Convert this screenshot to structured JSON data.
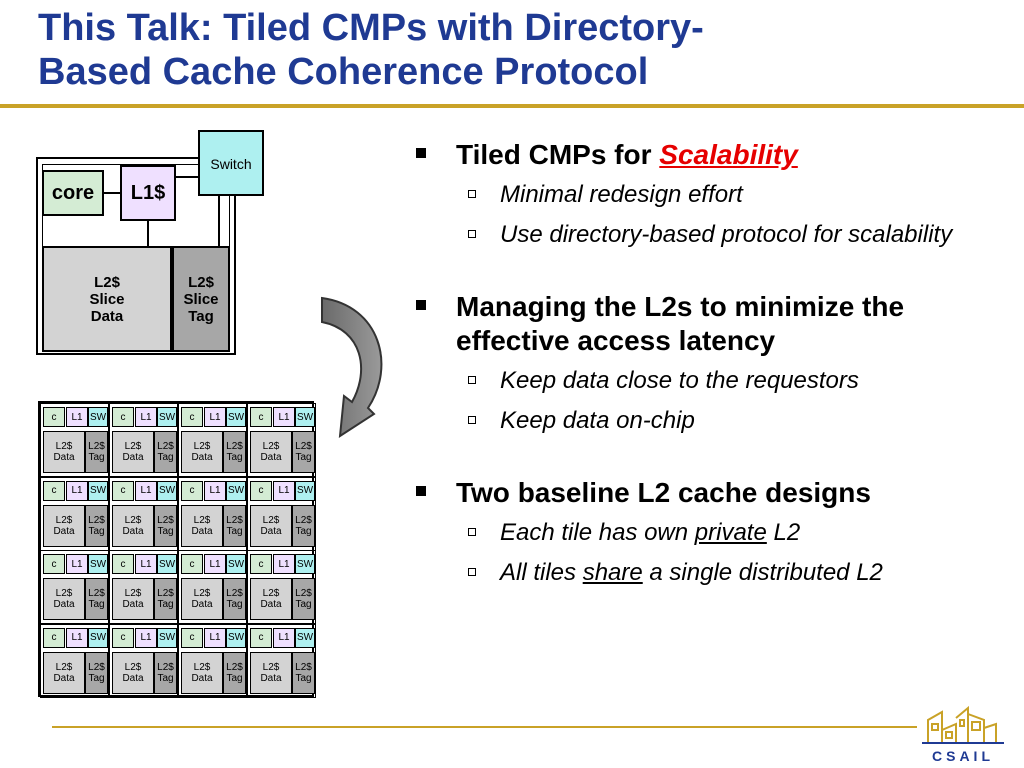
{
  "title": {
    "line1": "This Talk: Tiled CMPs with Directory-",
    "line2": "Based Cache Coherence Protocol"
  },
  "tile": {
    "core": "core",
    "l1": "L1$",
    "switch": "Switch",
    "l2_data": [
      "L2$",
      "Slice",
      "Data"
    ],
    "l2_tag": [
      "L2$",
      "Slice",
      "Tag"
    ]
  },
  "grid": {
    "rows": 4,
    "cols": 4,
    "core": "c",
    "l1": "L1",
    "switch": "SW",
    "l2_data": [
      "L2$",
      "Data"
    ],
    "l2_tag": [
      "L2$",
      "Tag"
    ]
  },
  "bullets": [
    {
      "text": "Tiled CMPs for ",
      "highlight": "Scalability",
      "subs": [
        {
          "text": "Minimal redesign effort"
        },
        {
          "text": "Use directory-based protocol for scalability"
        }
      ]
    },
    {
      "text": "Managing the L2s to minimize the effective access latency",
      "subs": [
        {
          "text": "Keep data close to the requestors"
        },
        {
          "text": "Keep data on-chip"
        }
      ]
    },
    {
      "text": "Two baseline L2 cache designs",
      "subs": [
        {
          "pre": "Each tile has own ",
          "u": "private",
          "post": " L2"
        },
        {
          "pre": "All tiles ",
          "u": "share",
          "post": " a single distributed L2"
        }
      ]
    }
  ],
  "logo": {
    "text": "CSAIL"
  },
  "colors": {
    "title": "#1f3a93",
    "rule": "#c9a227",
    "highlight": "#e60000"
  }
}
